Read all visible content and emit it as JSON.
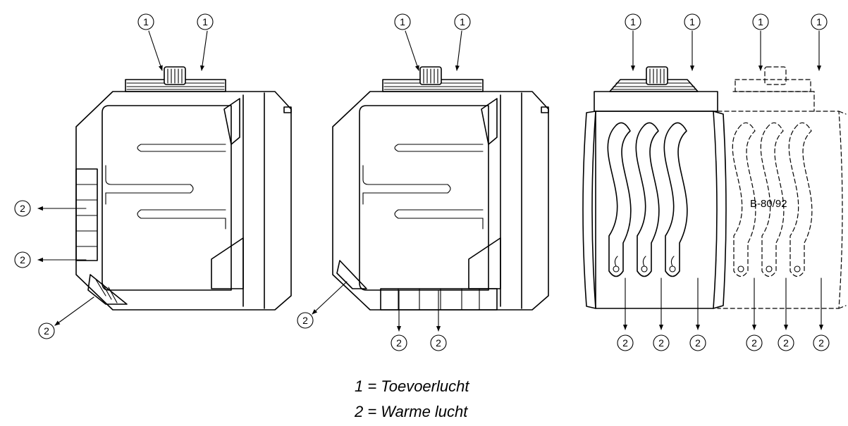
{
  "callouts": {
    "supply": "1",
    "warm": "2"
  },
  "model_label": "B-80/92",
  "legend": [
    {
      "text": "1 = Toevoerlucht"
    },
    {
      "text": "2 = Warme lucht"
    }
  ]
}
